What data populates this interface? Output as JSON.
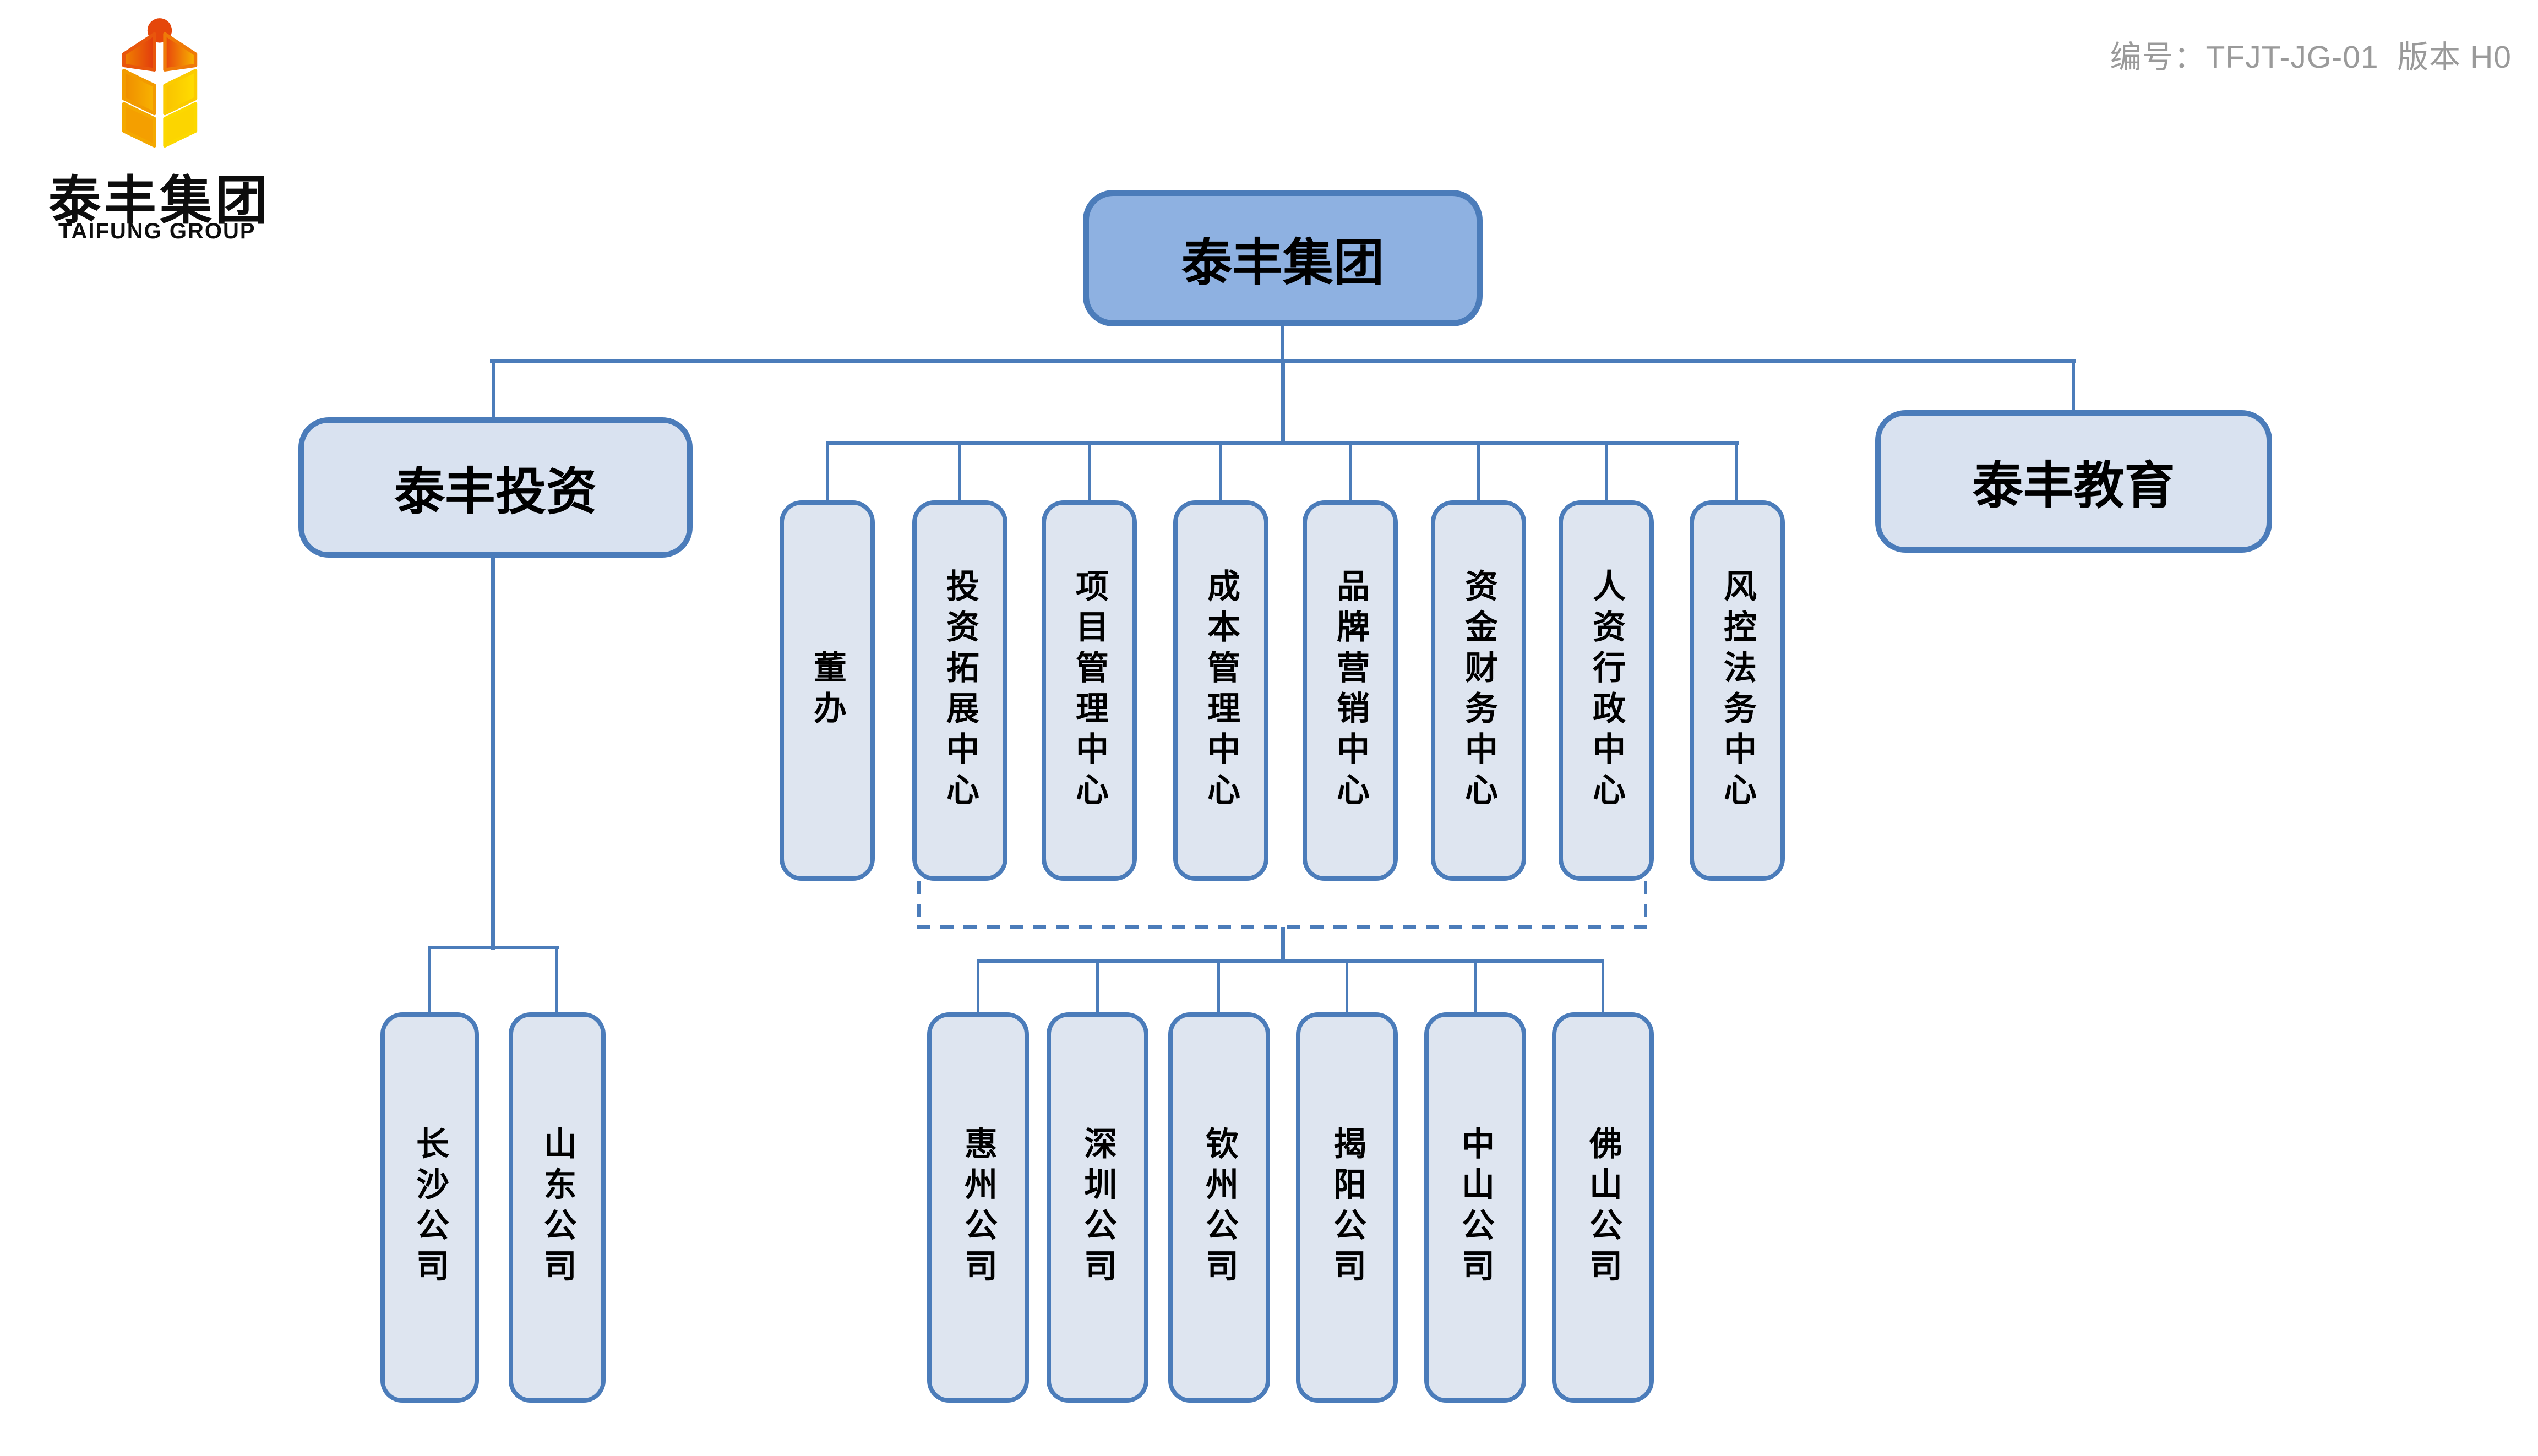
{
  "header": {
    "doc_number": "编号：TFJT-JG-01  版本 H0"
  },
  "logo": {
    "company_cn": "泰丰集团",
    "company_en": "TAIFUNG GROUP",
    "icon": "wheat-sheaf-person-icon"
  },
  "org": {
    "root": "泰丰集团",
    "left_branch": "泰丰投资",
    "right_branch": "泰丰教育",
    "departments": [
      "董办",
      "投资拓展中心",
      "项目管理中心",
      "成本管理中心",
      "品牌营销中心",
      "资金财务中心",
      "人资行政中心",
      "风控法务中心"
    ],
    "investment_companies": [
      "长沙公司",
      "山东公司"
    ],
    "regional_companies": [
      "惠州公司",
      "深圳公司",
      "钦州公司",
      "揭阳公司",
      "中山公司",
      "佛山公司"
    ]
  },
  "colors": {
    "line": "#4b7cba",
    "root_fill": "#8eb1e1",
    "branch_fill": "#d9e2f0",
    "node_fill": "#dee5f0",
    "doc_number_text": "#9a9a9a",
    "logo_red": "#e23a0e",
    "logo_orange": "#f29100",
    "logo_yellow": "#ffd400"
  }
}
